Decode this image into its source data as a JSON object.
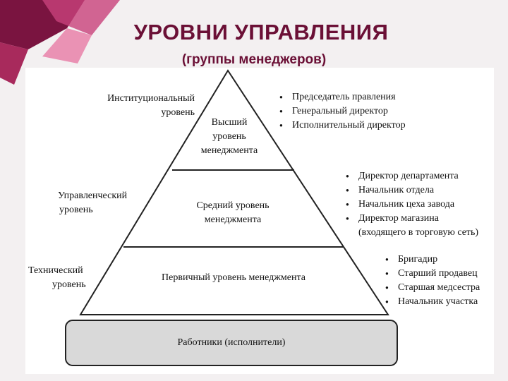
{
  "title": "УРОВНИ УПРАВЛЕНИЯ",
  "subtitle": "(группы менеджеров)",
  "colors": {
    "title": "#6b1036",
    "deco_dark": "#7a1440",
    "deco_light": "#c8417a",
    "base_fill": "#d9d9d9"
  },
  "levels": {
    "top": {
      "side_label": "Институциональный уровень",
      "inner_label_1": "Высший",
      "inner_label_2": "уровень",
      "inner_label_3": "менеджмента",
      "roles": [
        "Председатель правления",
        "Генеральный директор",
        "Исполнительный директор"
      ]
    },
    "middle": {
      "side_label_1": "Управленческий",
      "side_label_2": "уровень",
      "inner_label_1": "Средний уровень",
      "inner_label_2": "менеджмента",
      "roles": [
        "Директор департамента",
        "Начальник отдела",
        "Начальник цеха завода",
        "Директор магазина"
      ],
      "roles_continuation": "(входящего в торговую сеть)"
    },
    "bottom": {
      "side_label_1": "Технический",
      "side_label_2": "уровень",
      "inner_label": "Первичный уровень менеджмента",
      "roles": [
        "Бригадир",
        "Старший продавец",
        "Старшая медсестра",
        "Начальник участка"
      ]
    }
  },
  "base": {
    "label": "Работники (исполнители)"
  }
}
